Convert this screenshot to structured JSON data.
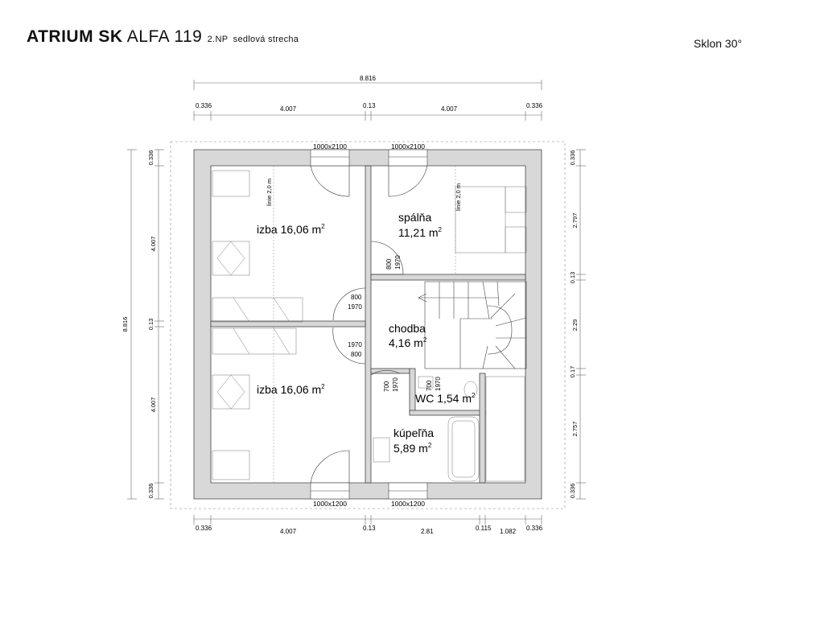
{
  "header": {
    "brand": "ATRIUM SK",
    "model": "ALFA 119",
    "floor": "2.NP",
    "roof": "sedlová strecha",
    "slope": "Sklon 30°"
  },
  "dimensions": {
    "overall": "8.816",
    "top": [
      "0.336",
      "4.007",
      "0.13",
      "4.007",
      "0.336"
    ],
    "bottom": [
      "0.336",
      "4.007",
      "0.13",
      "2.81",
      "0.115",
      "1.082",
      "0.336"
    ],
    "left_outer": "8.816",
    "left": [
      "0.336",
      "4.007",
      "0.13",
      "4.007",
      "0.336"
    ],
    "right": [
      "0.336",
      "2.797",
      "0.13",
      "2.29",
      "0.17",
      "2.757",
      "0.336"
    ]
  },
  "windows": {
    "top_left": "1000x2100",
    "top_right": "1000x2100",
    "bottom_left": "1000x1200",
    "bottom_right": "1000x1200"
  },
  "doors": {
    "bedroom": [
      "800",
      "1970"
    ],
    "room_top": [
      "800",
      "1970"
    ],
    "room_bottom": [
      "1970",
      "800"
    ],
    "bath": [
      "700",
      "1970"
    ],
    "wc": [
      "700",
      "1970"
    ]
  },
  "lines": {
    "room_top": "linie 2,0 m",
    "bedroom": "linie 2,0 m"
  },
  "rooms": {
    "izba_top": {
      "name": "izba",
      "area": "16,06 m",
      "unit_sup": "2"
    },
    "spalna": {
      "name": "spálňa",
      "area": "11,21 m",
      "unit_sup": "2"
    },
    "chodba": {
      "name": "chodba",
      "area": "4,16 m",
      "unit_sup": "2"
    },
    "izba_bottom": {
      "name": "izba",
      "area": "16,06 m",
      "unit_sup": "2"
    },
    "wc": {
      "name": "WC",
      "area": "1,54 m",
      "unit_sup": "2"
    },
    "kupelna": {
      "name": "kúpeľňa",
      "area": "5,89 m",
      "unit_sup": "2"
    }
  }
}
